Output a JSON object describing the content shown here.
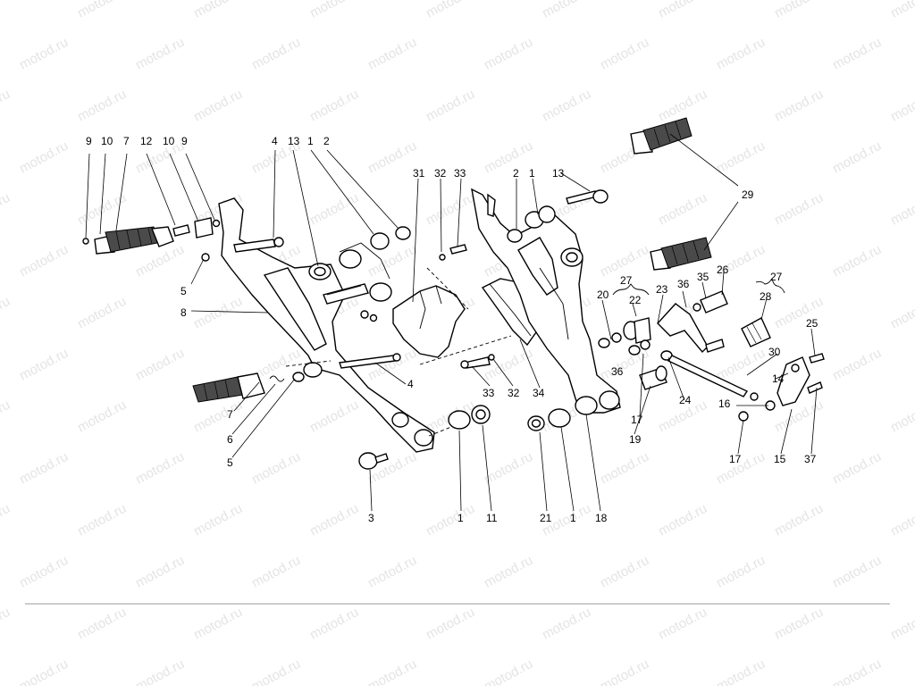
{
  "watermark": {
    "text": "motod.ru"
  },
  "labels": [
    "9",
    "10",
    "7",
    "12",
    "10",
    "9",
    "4",
    "13",
    "1",
    "2",
    "31",
    "32",
    "33",
    "2",
    "1",
    "13",
    "29",
    "5",
    "8",
    "27",
    "22",
    "20",
    "23",
    "36",
    "35",
    "26",
    "27",
    "28",
    "36",
    "25",
    "30",
    "4",
    "33",
    "32",
    "34",
    "24",
    "14",
    "16",
    "7",
    "6",
    "5",
    "17",
    "19",
    "17",
    "15",
    "37",
    "3",
    "1",
    "11",
    "21",
    "1",
    "18"
  ]
}
